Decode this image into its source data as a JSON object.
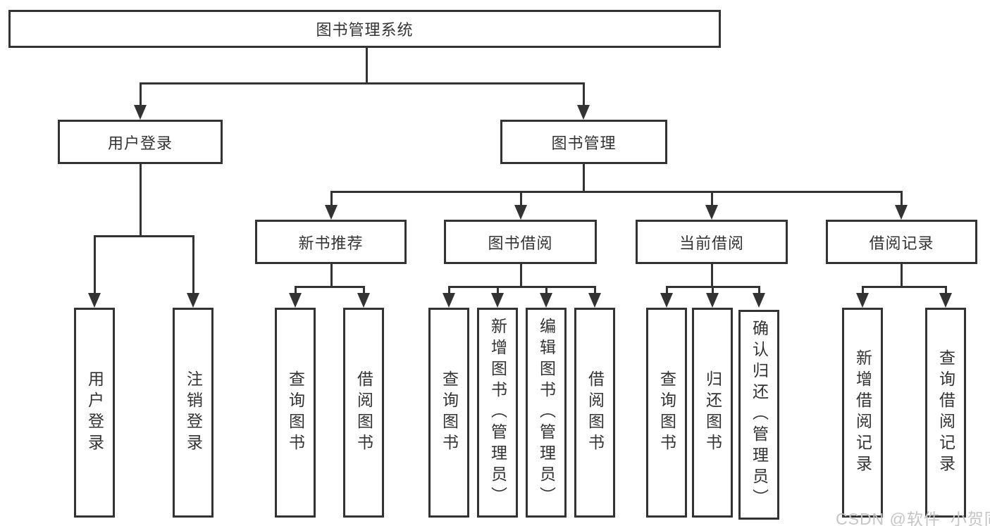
{
  "root": {
    "label": "图书管理系统"
  },
  "level2": {
    "user_login": {
      "label": "用户登录"
    },
    "book_management": {
      "label": "图书管理"
    }
  },
  "level3": {
    "new_book_recommend": {
      "label": "新书推荐"
    },
    "book_borrowing": {
      "label": "图书借阅"
    },
    "current_borrowing": {
      "label": "当前借阅"
    },
    "borrowing_records": {
      "label": "借阅记录"
    }
  },
  "leaves": {
    "user_login": {
      "label": "用户登录"
    },
    "logout": {
      "label": "注销登录"
    },
    "query_books_recommend": {
      "label": "查询图书"
    },
    "borrow_books_recommend": {
      "label": "借阅图书"
    },
    "query_books_borrowing": {
      "label": "查询图书"
    },
    "add_book_admin": {
      "label": "新增图书（管理员）"
    },
    "edit_book_admin": {
      "label": "编辑图书（管理员）"
    },
    "borrow_books_borrowing": {
      "label": "借阅图书"
    },
    "query_books_current": {
      "label": "查询图书"
    },
    "return_books": {
      "label": "归还图书"
    },
    "confirm_return_admin": {
      "label": "确认归还（管理员）"
    },
    "add_borrow_record": {
      "label": "新增借阅记录"
    },
    "query_borrow_record": {
      "label": "查询借阅记录"
    }
  },
  "hierarchy": {
    "图书管理系统": [
      "用户登录",
      "图书管理"
    ],
    "用户登录": [
      "用户登录",
      "注销登录"
    ],
    "图书管理": [
      "新书推荐",
      "图书借阅",
      "当前借阅",
      "借阅记录"
    ],
    "新书推荐": [
      "查询图书",
      "借阅图书"
    ],
    "图书借阅": [
      "查询图书",
      "新增图书（管理员）",
      "编辑图书（管理员）",
      "借阅图书"
    ],
    "当前借阅": [
      "查询图书",
      "归还图书",
      "确认归还（管理员）"
    ],
    "借阅记录": [
      "新增借阅记录",
      "查询借阅记录"
    ]
  },
  "watermark": {
    "text": "CSDN @软件_小贺同学"
  },
  "colors": {
    "line": "#333333",
    "node_border": "#333333",
    "text": "#333333",
    "watermark": "#c5c5c5",
    "background": "#ffffff"
  }
}
